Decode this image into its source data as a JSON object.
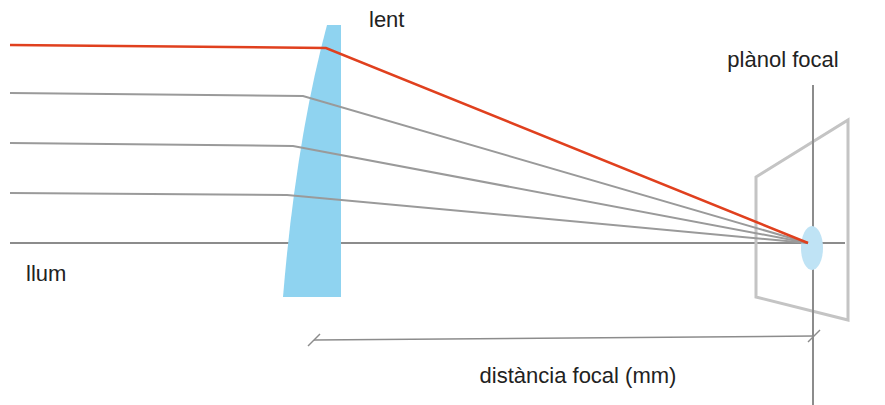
{
  "diagram": {
    "labels": [
      "lent",
      "plànol focal",
      "llum",
      "distància focal (mm)"
    ]
  }
}
